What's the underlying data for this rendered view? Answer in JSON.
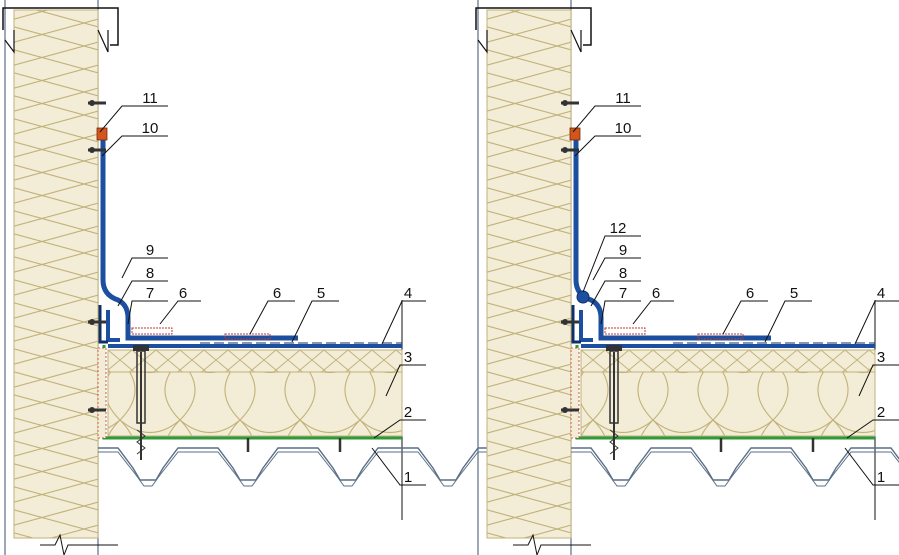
{
  "colors": {
    "insulation_fill": "#f3edd7",
    "insulation_stroke": "#c2b27a",
    "membrane": "#1c4fa0",
    "membrane_dark": "#0d2f6a",
    "vapour_barrier": "#2e9a3a",
    "fastener": "#333333",
    "gasket": "#d2551c",
    "outline": "#5a6f86",
    "line": "#111111",
    "adhesive": "#c0392b"
  },
  "details": [
    {
      "id": "left",
      "callouts": [
        {
          "text": "11"
        },
        {
          "text": "10"
        },
        {
          "text": "9"
        },
        {
          "text": "8"
        },
        {
          "text": "7"
        },
        {
          "text": "6"
        },
        {
          "text": "6"
        },
        {
          "text": "5"
        },
        {
          "text": "4"
        },
        {
          "text": "3"
        },
        {
          "text": "2"
        },
        {
          "text": "1"
        }
      ]
    },
    {
      "id": "right",
      "callouts": [
        {
          "text": "11"
        },
        {
          "text": "10"
        },
        {
          "text": "12"
        },
        {
          "text": "9"
        },
        {
          "text": "8"
        },
        {
          "text": "7"
        },
        {
          "text": "6"
        },
        {
          "text": "6"
        },
        {
          "text": "5"
        },
        {
          "text": "4"
        },
        {
          "text": "3"
        },
        {
          "text": "2"
        },
        {
          "text": "1"
        }
      ]
    }
  ]
}
